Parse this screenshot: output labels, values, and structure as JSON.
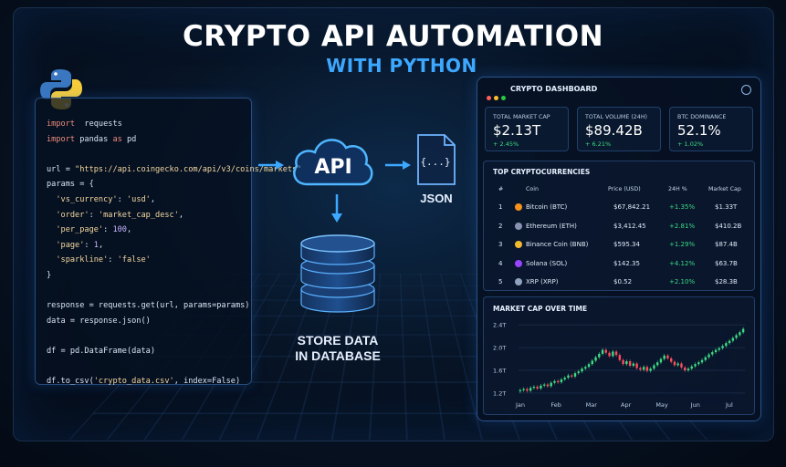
{
  "header": {
    "title": "CRYPTO API AUTOMATION",
    "subtitle": "WITH PYTHON"
  },
  "code": {
    "lines": [
      [
        [
          "kw",
          "import"
        ],
        [
          "",
          "  requests"
        ]
      ],
      [
        [
          "kw",
          "import"
        ],
        [
          "",
          " pandas "
        ],
        [
          "kw",
          "as"
        ],
        [
          "",
          " pd"
        ]
      ],
      [],
      [
        [
          "",
          "url = "
        ],
        [
          "str",
          "\"https://api.coingecko.com/api/v3/coins/markets\""
        ]
      ],
      [
        [
          "",
          "params = {"
        ]
      ],
      [
        [
          "str",
          "  'vs_currency'"
        ],
        [
          "",
          ": "
        ],
        [
          "str",
          "'usd'"
        ],
        [
          "",
          ","
        ]
      ],
      [
        [
          "str",
          "  'order'"
        ],
        [
          "",
          ": "
        ],
        [
          "str",
          "'market_cap_desc'"
        ],
        [
          "",
          ","
        ]
      ],
      [
        [
          "str",
          "  'per_page'"
        ],
        [
          "",
          ": "
        ],
        [
          "num",
          "100"
        ],
        [
          "",
          ","
        ]
      ],
      [
        [
          "str",
          "  'page'"
        ],
        [
          "",
          ": "
        ],
        [
          "num",
          "1"
        ],
        [
          "",
          ","
        ]
      ],
      [
        [
          "str",
          "  'sparkline'"
        ],
        [
          "",
          ": "
        ],
        [
          "str",
          "'false'"
        ]
      ],
      [
        [
          "",
          "}"
        ]
      ],
      [],
      [
        [
          "",
          "response = requests.get(url, params=params)"
        ]
      ],
      [
        [
          "",
          "data = response.json()"
        ]
      ],
      [],
      [
        [
          "",
          "df = pd.DataFrame(data)"
        ]
      ],
      [],
      [
        [
          "",
          "df.to_csv("
        ],
        [
          "str",
          "'crypto_data.csv'"
        ],
        [
          "",
          ", index=False)"
        ]
      ]
    ]
  },
  "flow": {
    "api_label": "API",
    "json_icon_text": "{...}",
    "json_label": "JSON",
    "store_label_line1": "STORE DATA",
    "store_label_line2": "IN DATABASE"
  },
  "dashboard": {
    "title": "CRYPTO DASHBOARD",
    "stats": [
      {
        "label": "TOTAL MARKET CAP",
        "value": "$2.13T",
        "change": "+ 2.45%"
      },
      {
        "label": "TOTAL VOLUME (24H)",
        "value": "$89.42B",
        "change": "+ 6.21%"
      },
      {
        "label": "BTC DOMINANCE",
        "value": "52.1%",
        "change": "+ 1.02%"
      }
    ],
    "table": {
      "title": "TOP CRYPTOCURRENCIES",
      "headers": {
        "rank": "#",
        "coin": "Coin",
        "price": "Price (USD)",
        "change": "24H %",
        "cap": "Market Cap"
      },
      "rows": [
        {
          "rank": "1",
          "coin": "Bitcoin (BTC)",
          "price": "$67,842.21",
          "change": "+1.35%",
          "cap": "$1.33T",
          "icon_color": "#f7931a"
        },
        {
          "rank": "2",
          "coin": "Ethereum (ETH)",
          "price": "$3,412.45",
          "change": "+2.81%",
          "cap": "$410.2B",
          "icon_color": "#8a92b2"
        },
        {
          "rank": "3",
          "coin": "Binance Coin (BNB)",
          "price": "$595.34",
          "change": "+1.29%",
          "cap": "$87.4B",
          "icon_color": "#f3ba2f"
        },
        {
          "rank": "4",
          "coin": "Solana (SOL)",
          "price": "$142.35",
          "change": "+4.12%",
          "cap": "$63.7B",
          "icon_color": "#9945ff"
        },
        {
          "rank": "5",
          "coin": "XRP (XRP)",
          "price": "$0.52",
          "change": "+2.10%",
          "cap": "$28.3B",
          "icon_color": "#8fa3bf"
        }
      ]
    },
    "chart_title": "MARKET CAP OVER TIME"
  },
  "colors": {
    "accent": "#3da8ff",
    "positive": "#3ddc84",
    "negative": "#ff4d5e"
  },
  "chart_data": {
    "type": "candlestick",
    "title": "MARKET CAP OVER TIME",
    "xlabel": "",
    "ylabel": "",
    "x_ticks": [
      "Jan",
      "Feb",
      "Mar",
      "Apr",
      "May",
      "Jun",
      "Jul"
    ],
    "y_ticks": [
      "1.2T",
      "1.6T",
      "2.0T",
      "2.4T"
    ],
    "y_tick_values": [
      1.2,
      1.6,
      2.0,
      2.4
    ],
    "ylim": [
      1.15,
      2.5
    ],
    "series": [
      {
        "values": [
          1.25,
          1.27,
          1.24,
          1.29,
          1.31,
          1.28,
          1.33,
          1.35,
          1.32,
          1.38,
          1.41,
          1.39,
          1.44,
          1.47,
          1.51,
          1.49,
          1.55,
          1.58,
          1.63,
          1.66,
          1.71,
          1.77,
          1.83,
          1.89,
          1.96,
          1.91,
          1.85,
          1.93,
          1.87,
          1.78,
          1.71,
          1.76,
          1.68,
          1.72,
          1.64,
          1.61,
          1.66,
          1.59,
          1.63,
          1.69,
          1.74,
          1.8,
          1.86,
          1.81,
          1.75,
          1.69,
          1.72,
          1.65,
          1.6,
          1.63,
          1.67,
          1.71,
          1.74,
          1.78,
          1.83,
          1.88,
          1.92,
          1.96,
          1.99,
          2.03,
          2.08,
          2.12,
          2.17,
          2.22,
          2.27,
          2.33
        ]
      }
    ]
  }
}
